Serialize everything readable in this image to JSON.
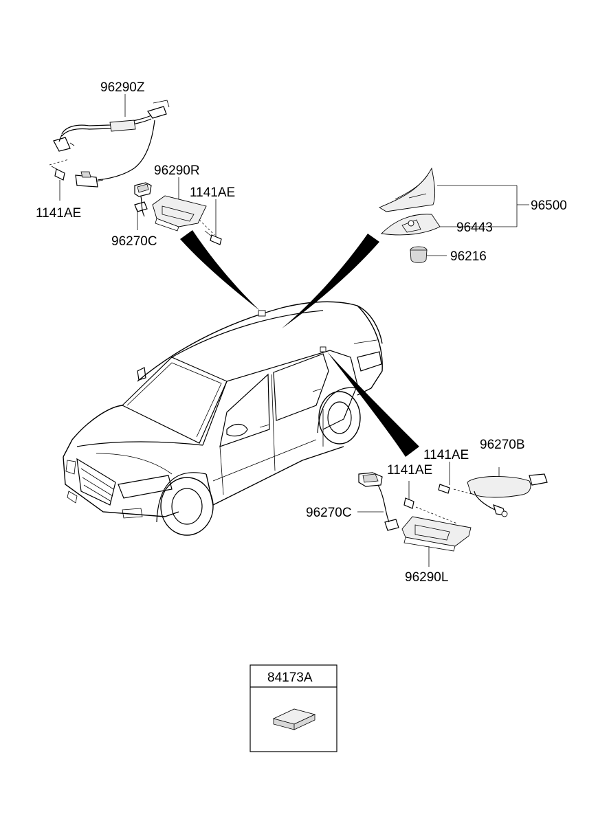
{
  "labels": {
    "p_96290Z": "96290Z",
    "p_1141AE_a": "1141AE",
    "p_96290R": "96290R",
    "p_1141AE_b": "1141AE",
    "p_96270C_a": "96270C",
    "p_96500": "96500",
    "p_96443": "96443",
    "p_96216": "96216",
    "p_1141AE_c": "1141AE",
    "p_96270B": "96270B",
    "p_1141AE_d": "1141AE",
    "p_96270C_b": "96270C",
    "p_96290L": "96290L",
    "p_84173A": "84173A"
  }
}
